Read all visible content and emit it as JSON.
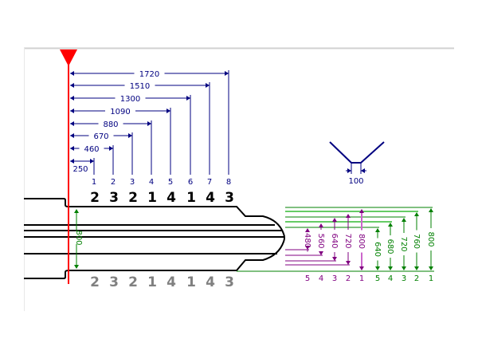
{
  "colors": {
    "red": "#ff0000",
    "blue": "#000080",
    "green": "#008000",
    "lightgreen": "#66cc66",
    "purple": "#800080",
    "lightpurple": "#cc66cc",
    "gray": "#808080"
  },
  "stations": {
    "dims": [
      "250",
      "460",
      "670",
      "880",
      "1090",
      "1300",
      "1510",
      "1720"
    ],
    "numbers": [
      "1",
      "2",
      "3",
      "4",
      "5",
      "6",
      "7",
      "8"
    ],
    "top_sequence": [
      "2",
      "3",
      "2",
      "1",
      "4",
      "1",
      "4",
      "3"
    ],
    "bottom_sequence": [
      "2",
      "3",
      "2",
      "1",
      "4",
      "1",
      "4",
      "3"
    ]
  },
  "width_dim": "800",
  "v_notch": {
    "label": "100"
  },
  "right_dims": {
    "purple": [
      {
        "idx": "5",
        "value": "480"
      },
      {
        "idx": "4",
        "value": "560"
      },
      {
        "idx": "3",
        "value": "640"
      },
      {
        "idx": "2",
        "value": "720"
      },
      {
        "idx": "1",
        "value": "800"
      }
    ],
    "green": [
      {
        "idx": "5",
        "value": "640"
      },
      {
        "idx": "4",
        "value": "680"
      },
      {
        "idx": "3",
        "value": "720"
      },
      {
        "idx": "2",
        "value": "760"
      },
      {
        "idx": "1",
        "value": "800"
      }
    ]
  }
}
